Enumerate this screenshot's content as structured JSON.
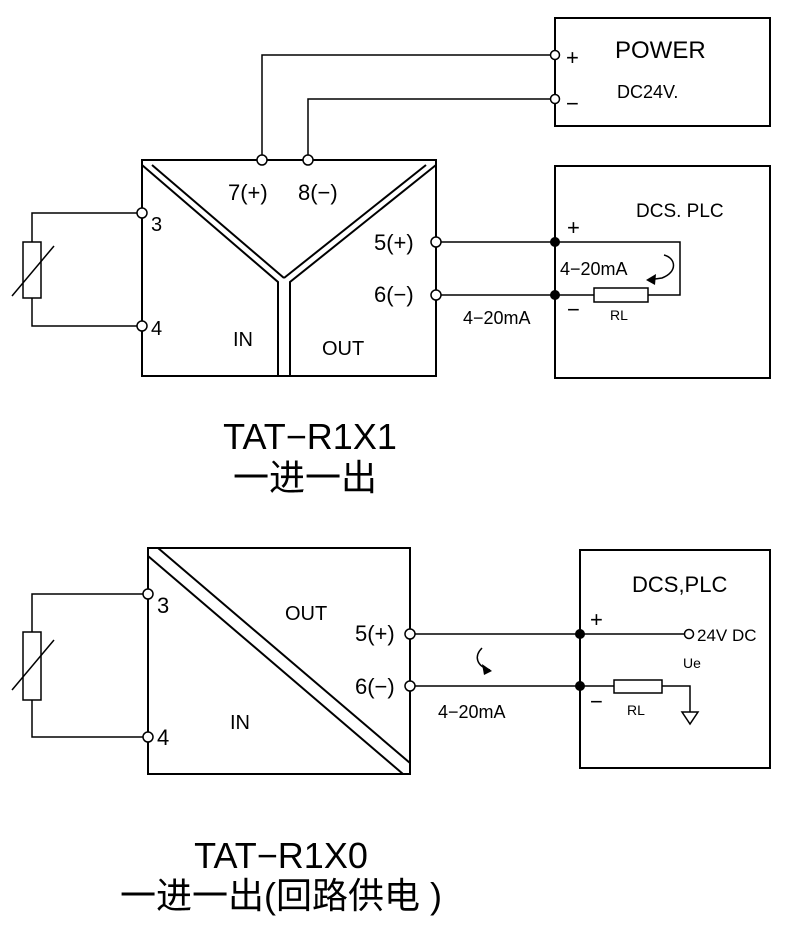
{
  "diagram1": {
    "power": {
      "title": "POWER",
      "voltage": "DC24V.",
      "plus": "+",
      "minus": "−"
    },
    "module": {
      "terminal_7": "7(+)",
      "terminal_8": "8(−)",
      "terminal_3": "3",
      "terminal_4": "4",
      "terminal_5": "5(+)",
      "terminal_6": "6(−)",
      "in_label": "IN",
      "out_label": "OUT"
    },
    "dcs": {
      "title": "DCS. PLC",
      "plus": "+",
      "minus": "−",
      "loop_current": "4−20mA",
      "resistor": "RL"
    },
    "line_current": "4−20mA",
    "caption_model": "TAT−R1X1",
    "caption_desc": "一进一出"
  },
  "diagram2": {
    "module": {
      "terminal_3": "3",
      "terminal_4": "4",
      "terminal_5": "5(+)",
      "terminal_6": "6(−)",
      "in_label": "IN",
      "out_label": "OUT"
    },
    "dcs": {
      "title": "DCS,PLC",
      "plus": "+",
      "minus": "−",
      "supply": "24V DC",
      "ue": "Ue",
      "resistor": "RL"
    },
    "line_current": "4−20mA",
    "caption_model": "TAT−R1X0",
    "caption_desc": "一进一出(回路供电 )"
  }
}
